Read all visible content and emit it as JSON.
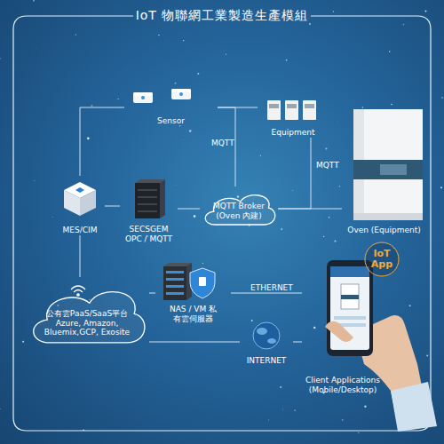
{
  "diagram": {
    "title": "IoT 物聯網工業製造生產模組",
    "nodes": [
      {
        "text": [
          "Sensor"
        ]
      },
      {
        "text": [
          "Equipment"
        ]
      },
      {
        "text": [
          "MES/CIM"
        ]
      },
      {
        "text": [
          "SECSGEM OPC / MQTT"
        ]
      },
      {
        "text": [
          "MQTT Broker (Oven 內建)"
        ]
      },
      {
        "text": [
          "Oven (Equipment)"
        ]
      },
      {
        "text": [
          "公有雲PaaS/SaaS平台 Azure, Amazon, Bluemix,GCP, Exosite"
        ]
      },
      {
        "text": [
          "NAS / VM 私有雲伺服器"
        ]
      },
      {
        "text": [
          "INTERNET"
        ]
      },
      {
        "text": [
          "Client Applications (Mobile/Desktop)"
        ]
      },
      {
        "text": [
          "IoT App"
        ]
      }
    ],
    "edges": [
      {
        "from": 2,
        "to": 0,
        "arrow": "none"
      },
      {
        "from": 0,
        "to": 1,
        "arrow": "none"
      },
      {
        "from": 0,
        "to": 4,
        "label": "MQTT",
        "arrow": "none"
      },
      {
        "from": 1,
        "to": 4,
        "label": "MQTT",
        "arrow": "none"
      },
      {
        "from": 4,
        "to": 5,
        "arrow": "none"
      },
      {
        "from": 2,
        "to": 3,
        "arrow": "none"
      },
      {
        "from": 3,
        "to": 4,
        "arrow": "none"
      },
      {
        "from": 2,
        "to": 6,
        "arrow": "none"
      },
      {
        "from": 6,
        "to": 7,
        "arrow": "none"
      },
      {
        "from": 7,
        "to": 9,
        "label": "ETHERNET",
        "arrow": "none"
      },
      {
        "from": 6,
        "to": 8,
        "arrow": "none"
      },
      {
        "from": 8,
        "to": 9,
        "arrow": "none"
      }
    ]
  }
}
